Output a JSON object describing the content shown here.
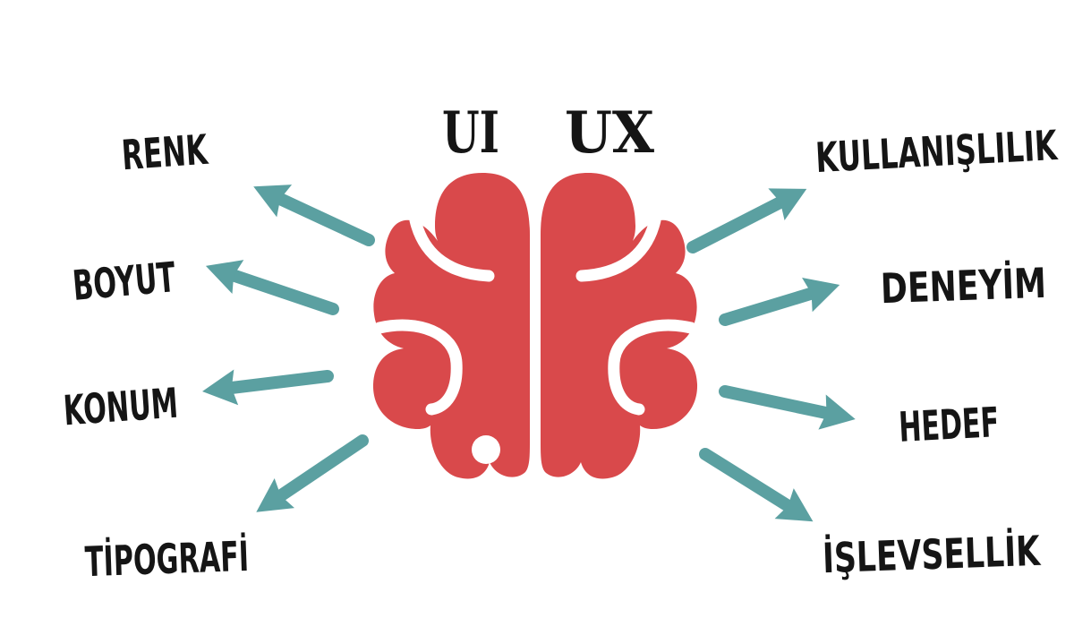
{
  "title": {
    "ui": "UI",
    "ux": "UX"
  },
  "left": {
    "items": [
      {
        "label": "RENK"
      },
      {
        "label": "BOYUT"
      },
      {
        "label": "KONUM"
      },
      {
        "label": "TİPOGRAFİ"
      }
    ]
  },
  "right": {
    "items": [
      {
        "label": "KULLANIŞLILIK"
      },
      {
        "label": "DENEYİM"
      },
      {
        "label": "HEDEF"
      },
      {
        "label": "İŞLEVSELLİK"
      }
    ]
  },
  "icons": {
    "brain": "brain-icon",
    "arrows": "arrow-icon"
  },
  "colors": {
    "brain": "#d9494b",
    "arrow": "#5ba0a1",
    "ink": "#151515",
    "bg": "#ffffff"
  }
}
